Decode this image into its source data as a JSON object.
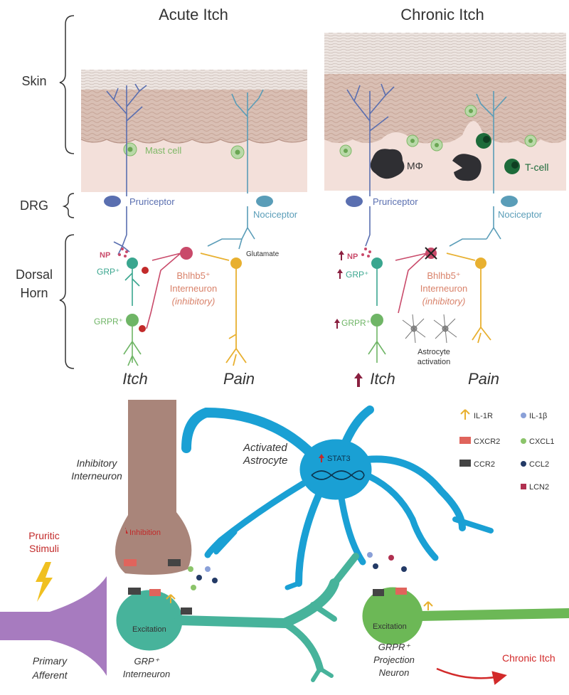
{
  "panels": {
    "acute": {
      "title": "Acute Itch"
    },
    "chronic": {
      "title": "Chronic Itch"
    }
  },
  "regions": {
    "skin": "Skin",
    "drg": "DRG",
    "dorsal_horn": "Dorsal Horn"
  },
  "acute": {
    "mast_cell": "Mast cell",
    "pruriceptor": "Pruriceptor",
    "nociceptor": "Nociceptor",
    "np": "NP",
    "glutamate": "Glutamate",
    "grp": "GRP⁺",
    "grpr": "GRPR⁺",
    "interneuron_line1": "Bhlhb5⁺",
    "interneuron_line2": "Interneuron",
    "interneuron_line3": "(inhibitory)",
    "itch": "Itch",
    "pain": "Pain"
  },
  "chronic": {
    "macrophage": "MΦ",
    "tcell": "T-cell",
    "pruriceptor": "Pruriceptor",
    "nociceptor": "Nociceptor",
    "np": "NP",
    "grp": "GRP⁺",
    "grpr": "GRPR⁺",
    "interneuron_line1": "Bhlhb5⁺",
    "interneuron_line2": "Interneuron",
    "interneuron_line3": "(inhibitory)",
    "astro_line1": "Astrocyte",
    "astro_line2": "activation",
    "itch": "Itch",
    "pain": "Pain"
  },
  "bottom": {
    "inhib_line1": "Inhibitory",
    "inhib_line2": "Interneuron",
    "inhibition": "Inhibition",
    "astro_line1": "Activated",
    "astro_line2": "Astrocyte",
    "stat3": "STAT3",
    "pruritic_line1": "Pruritic",
    "pruritic_line2": "Stimuli",
    "primary_line1": "Primary",
    "primary_line2": "Afferent",
    "grp_line1": "GRP⁺",
    "grp_line2": "Interneuron",
    "excitation": "Excitation",
    "excitation2": "Excitation",
    "proj_line1": "GRPR⁺",
    "proj_line2": "Projection",
    "proj_line3": "Neuron",
    "chronic_itch": "Chronic Itch"
  },
  "legend": {
    "il1r": "IL-1R",
    "il1b": "IL-1β",
    "cxcr2": "CXCR2",
    "cxcl1": "CXCL1",
    "ccr2": "CCR2",
    "ccl2": "CCL2",
    "lcn2": "LCN2"
  },
  "colors": {
    "pruriceptor": "#5a6fb0",
    "nociceptor": "#5a9db8",
    "grp": "#3aa68f",
    "grpr": "#6fb566",
    "interneuron": "#c94a6a",
    "pain": "#e8b030",
    "astrocyte": "#1aa0d4",
    "inhib_neuron": "#a9857a",
    "primary": "#a77bbf",
    "chronic": "#d22a2a"
  }
}
